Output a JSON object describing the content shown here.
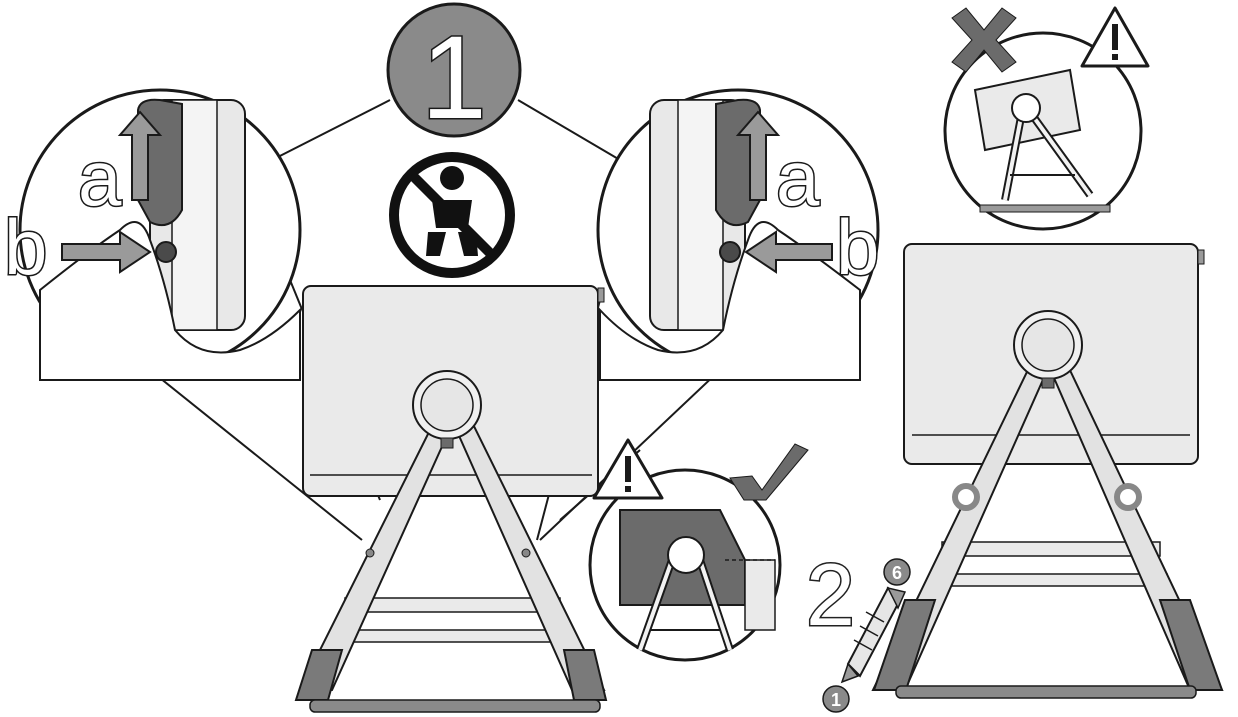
{
  "step_number": "1",
  "left_callout": {
    "letter_a": "a",
    "letter_b": "b"
  },
  "right_callout": {
    "letter_a": "a",
    "letter_b": "b"
  },
  "adjust_step": {
    "number": "2",
    "min": "1",
    "max": "6"
  },
  "colors": {
    "badge_fill": "#8a8a8a",
    "light_gray": "#e6e6e6",
    "mid_gray": "#9a9a9a",
    "dark_gray": "#6b6b6b",
    "line": "#1a1a1a"
  },
  "icons": {
    "no_child": "no-child-icon",
    "warning": "warning-triangle-icon",
    "check": "checkmark-icon",
    "cross": "cross-icon",
    "adjust_arrow": "double-arrow-icon"
  }
}
